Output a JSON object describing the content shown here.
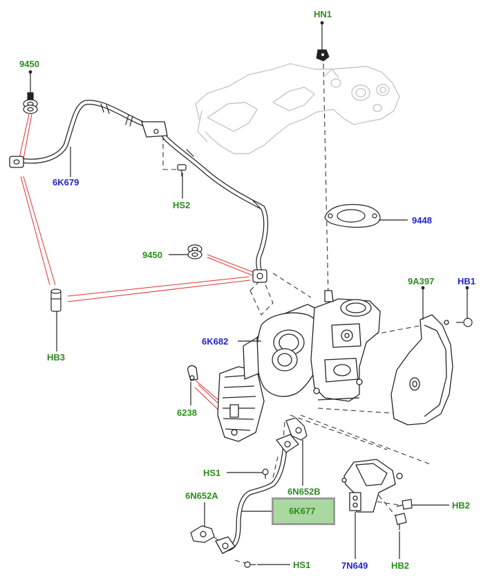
{
  "labels": {
    "hn1": "HN1",
    "p9450_top": "9450",
    "p6k679": "6K679",
    "hs2": "HS2",
    "p9448": "9448",
    "p9450_mid": "9450",
    "p9a397": "9A397",
    "hb1": "HB1",
    "hb3": "HB3",
    "p6k682": "6K682",
    "p6238": "6238",
    "hs1_top": "HS1",
    "p6n652b": "6N652B",
    "p6n652a": "6N652A",
    "p6k677": "6K677",
    "hb2_top": "HB2",
    "hb2_bottom": "HB2",
    "hs1_bottom": "HS1",
    "p7n649": "7N649"
  },
  "colors": {
    "label_green": "#2e8b1e",
    "label_blue": "#2222cc",
    "highlight_fill": "#a9d9a0",
    "highlight_border": "#9a9a9a",
    "leader_red": "#e02020",
    "line_dark": "#222222",
    "ghost_part": "#c8c8c8"
  }
}
